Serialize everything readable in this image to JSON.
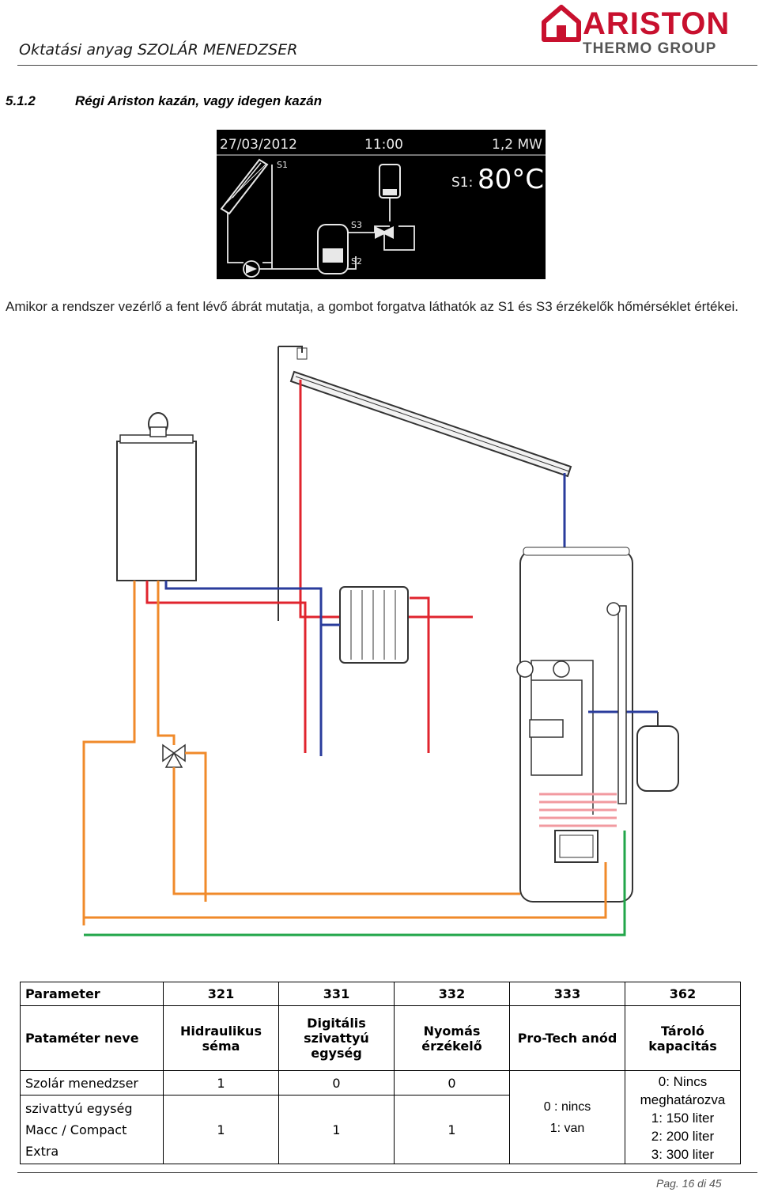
{
  "header": {
    "title": "Oktatási anyag SZOLÁR MENEDZSER",
    "logo_word": "ARISTON",
    "logo_sub": "THERMO GROUP"
  },
  "section": {
    "number": "5.1.2",
    "title": "Régi Ariston kazán, vagy idegen kazán"
  },
  "display": {
    "date": "27/03/2012",
    "time": "11:00",
    "power": "1,2 MW",
    "sensor_label": "S1:",
    "sensor_value": "80°C",
    "s1": "S1",
    "s2": "S2",
    "s3": "S3"
  },
  "paragraph": "Amikor a rendszer vezérlő a fent lévő ábrát mutatja, a gombot forgatva láthatók az S1 és S3 érzékelők hőmérséklet értékei.",
  "table": {
    "h_param": "Parameter",
    "h_321": "321",
    "h_331": "331",
    "h_332": "332",
    "h_333": "333",
    "h_362": "362",
    "name_label": "Pataméter neve",
    "n_321": "Hidraulikus séma",
    "n_331": "Digitális szivattyú egység",
    "n_332": "Nyomás érzékelő",
    "n_333": "Pro-Tech anód",
    "n_362": "Tároló kapacitás",
    "r1_label": "Szolár menedzser",
    "r1_321": "1",
    "r1_331": "0",
    "r1_332": "0",
    "r2_label_a": "szivattyú egység",
    "r2_label_b": "Macc / Compact",
    "r2_label_c": "Extra",
    "r2_321": "1",
    "r2_331": "1",
    "r2_332": "1",
    "v333_a": "0 : nincs",
    "v333_b": "1: van",
    "v362_a": "0: Nincs",
    "v362_b": "meghatározva",
    "v362_c": "1: 150 liter",
    "v362_d": "2: 200 liter",
    "v362_e": "3: 300 liter"
  },
  "footer": {
    "page": "Pag. 16 di 45"
  },
  "colors": {
    "brand_red": "#c8102e",
    "pipe_red": "#e0242e",
    "pipe_blue": "#2a3c9c",
    "pipe_orange": "#f08a2a",
    "pipe_green": "#22a64a"
  }
}
